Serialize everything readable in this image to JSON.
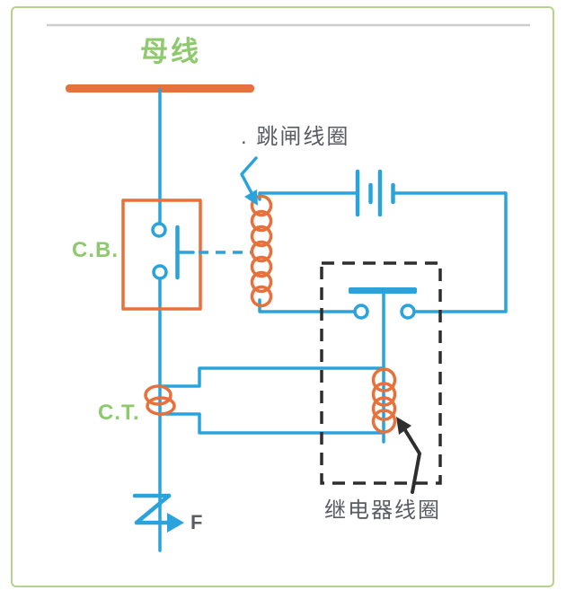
{
  "labels": {
    "busbar": "母线",
    "circuit_breaker": "C.B.",
    "current_transformer": "C.T.",
    "trip_coil": ". 跳闸线圈",
    "relay_coil": "继电器线圈",
    "fault_point": "F"
  },
  "colors": {
    "frame_green": "#b7d28c",
    "divider_gray": "#cdcdcd",
    "label_green": "#8fc96d",
    "wire_blue": "#2aa3dd",
    "component_orange": "#e8703a",
    "text_dark": "#5a5c63",
    "arrow_black": "#2e2e2e"
  }
}
